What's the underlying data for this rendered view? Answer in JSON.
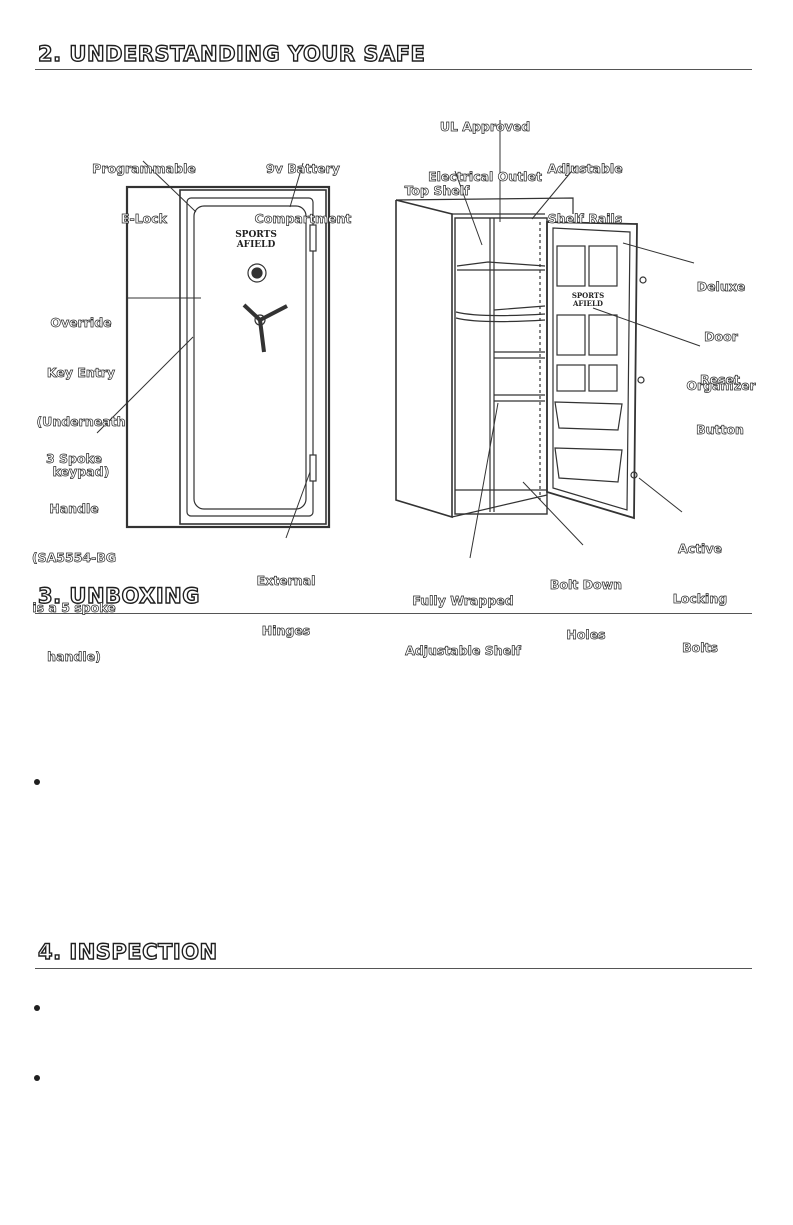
{
  "sections": {
    "understanding": "2. UNDERSTANDING YOUR SAFE",
    "unboxing": "3. UNBOXING",
    "inspection": "4. INSPECTION"
  },
  "callouts": {
    "programmable_elock": [
      "Programmable",
      "E-Lock"
    ],
    "battery_compartment": [
      "9v Battery",
      "Compartment"
    ],
    "override_key": [
      "Override",
      "Key Entry",
      "(Underneath",
      "keypad)"
    ],
    "spoke_handle": [
      "3 Spoke",
      "Handle",
      "(SA5554-BG",
      "is a 5 spoke",
      "handle)"
    ],
    "external_hinges": [
      "External",
      "Hinges"
    ],
    "ul_outlet": [
      "UL Approved",
      "Electrical Outlet"
    ],
    "top_shelf": [
      "Top Shelf"
    ],
    "shelf_rails": [
      "Adjustable",
      "Shelf Rails"
    ],
    "door_organizer": [
      "Deluxe",
      "Door",
      "Organizer"
    ],
    "reset_button": [
      "Reset",
      "Button"
    ],
    "locking_bolts": [
      "Active",
      "Locking",
      "Bolts"
    ],
    "bolt_down": [
      "Bolt Down",
      "Holes"
    ],
    "wrapped_shelf": [
      "Fully Wrapped",
      "Adjustable Shelf"
    ]
  },
  "logo_text": [
    "SPORTS",
    "AFIELD"
  ]
}
